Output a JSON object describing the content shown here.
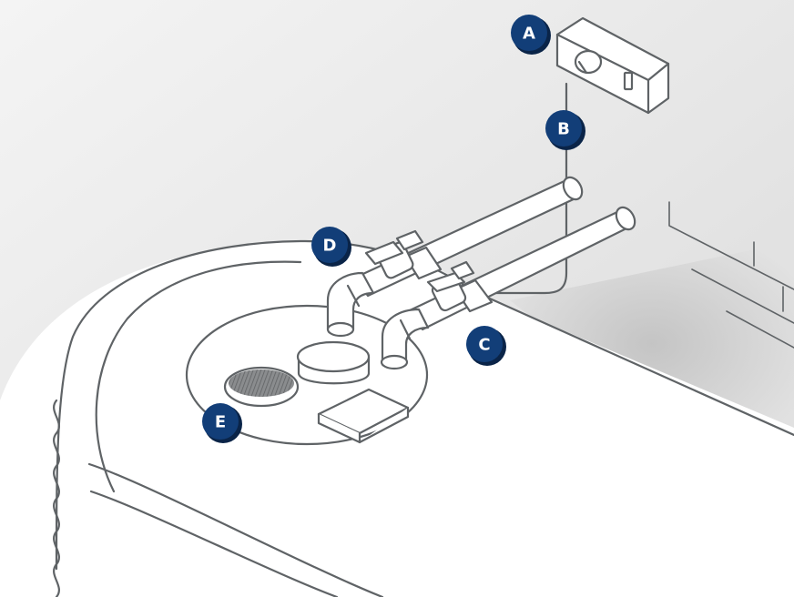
{
  "colors": {
    "badge": "#123e78",
    "badge_shadow": "#0a2448",
    "outline": "#5f6366",
    "wall": "#e4e4e4",
    "hatch": "#7d7f82"
  },
  "labels": {
    "a": "A",
    "b": "B",
    "c": "C",
    "d": "D",
    "e": "E"
  }
}
